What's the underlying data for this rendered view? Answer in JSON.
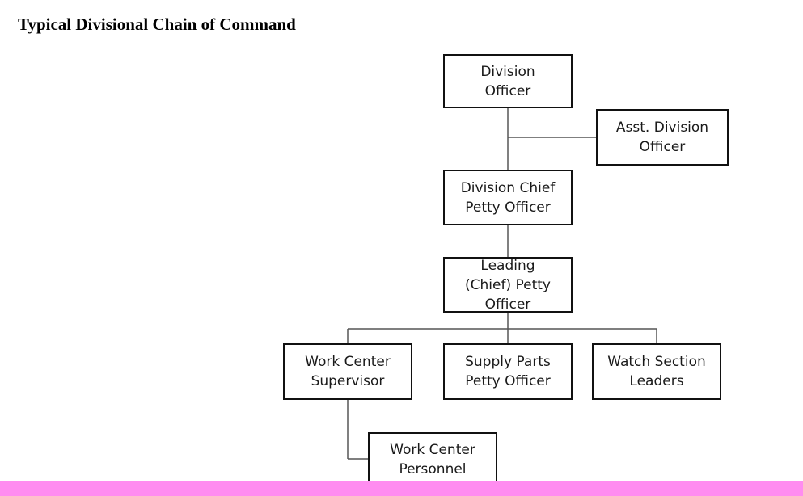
{
  "title": "Typical Divisional Chain of Command",
  "nodes": {
    "division_officer": "Division\nOfficer",
    "asst_division_officer": "Asst. Division\nOfficer",
    "division_chief_petty_officer": "Division  Chief\nPetty Officer",
    "leading_chief_petty_officer": "Leading\n(Chief) Petty\nOfficer",
    "work_center_supervisor": "Work Center\nSupervisor",
    "supply_parts_petty_officer": "Supply Parts\nPetty Officer",
    "watch_section_leaders": "Watch Section\nLeaders",
    "work_center_personnel": "Work Center\nPersonnel"
  },
  "colors": {
    "bottom_band": "#ff8cf0",
    "box_border": "#111111",
    "connector": "#555555"
  }
}
